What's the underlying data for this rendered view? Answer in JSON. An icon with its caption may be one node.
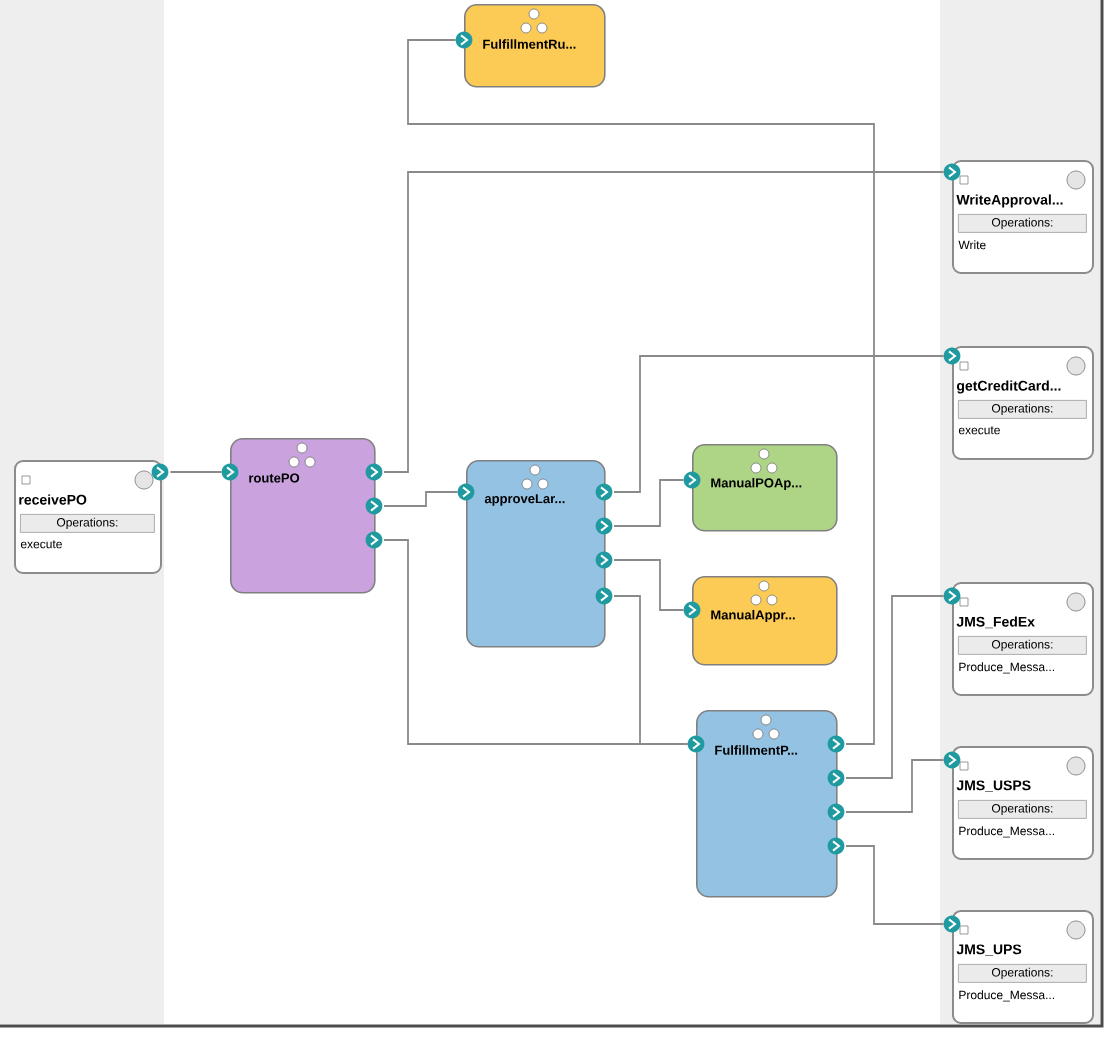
{
  "diagram": {
    "nodes": [
      {
        "text": [
          "receivePO",
          "Operations:",
          "execute"
        ]
      },
      {
        "text": [
          "routePO"
        ]
      },
      {
        "text": [
          "FulfillmentRu..."
        ]
      },
      {
        "text": [
          "WriteApproval...",
          "Operations:",
          "Write"
        ]
      },
      {
        "text": [
          "approveLar..."
        ]
      },
      {
        "text": [
          "getCreditCard...",
          "Operations:",
          "execute"
        ]
      },
      {
        "text": [
          "ManualPOAp..."
        ]
      },
      {
        "text": [
          "ManualAppr..."
        ]
      },
      {
        "text": [
          "FulfillmentP..."
        ]
      },
      {
        "text": [
          "JMS_FedEx",
          "Operations:",
          "Produce_Messa..."
        ]
      },
      {
        "text": [
          "JMS_USPS",
          "Operations:",
          "Produce_Messa..."
        ]
      },
      {
        "text": [
          "JMS_UPS",
          "Operations:",
          "Produce_Messa..."
        ]
      }
    ],
    "edges": [
      {
        "from": 0,
        "to": 1,
        "arrow": "none"
      },
      {
        "from": 1,
        "to": 3,
        "arrow": "none"
      },
      {
        "from": 1,
        "to": 4,
        "arrow": "none"
      },
      {
        "from": 1,
        "to": 8,
        "arrow": "none"
      },
      {
        "from": 8,
        "to": 2,
        "arrow": "none"
      },
      {
        "from": 4,
        "to": 5,
        "arrow": "none"
      },
      {
        "from": 4,
        "to": 6,
        "arrow": "none"
      },
      {
        "from": 4,
        "to": 7,
        "arrow": "none"
      },
      {
        "from": 4,
        "to": 8,
        "arrow": "none"
      },
      {
        "from": 8,
        "to": 9,
        "arrow": "none"
      },
      {
        "from": 8,
        "to": 10,
        "arrow": "none"
      },
      {
        "from": 8,
        "to": 11,
        "arrow": "none"
      }
    ]
  }
}
